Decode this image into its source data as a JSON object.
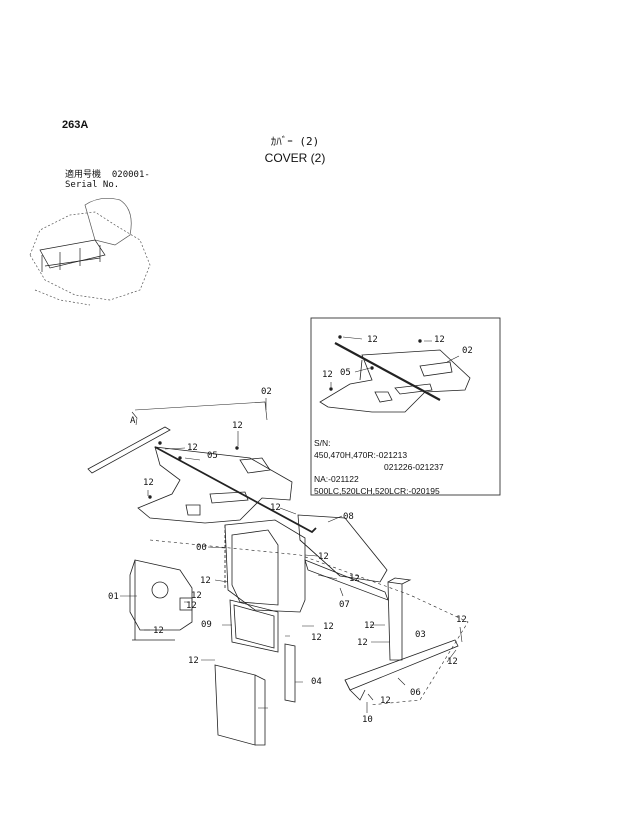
{
  "header": {
    "page_code": "263A",
    "title_jp": "ｶﾊﾞｰ (2)",
    "title_en": "COVER (2)"
  },
  "serial": {
    "jp_label": "適用号機",
    "number": "020001-",
    "en_label": "Serial No."
  },
  "inset": {
    "labels": {
      "a": "12",
      "b": "12",
      "c": "02",
      "d": "05",
      "e": "12"
    },
    "notes": {
      "sn": "S/N:",
      "line1": "450,470H,470R:-021213",
      "line2": "021226-021237",
      "line3": "NA:-021122",
      "line4": "500LC,520LCH,520LCR:-020195"
    }
  },
  "callouts": [
    {
      "id": "c02",
      "text": "02"
    },
    {
      "id": "cA",
      "text": "A"
    },
    {
      "id": "c12a",
      "text": "12"
    },
    {
      "id": "c12b",
      "text": "12"
    },
    {
      "id": "c05",
      "text": "05"
    },
    {
      "id": "c12c",
      "text": "12"
    },
    {
      "id": "c12d",
      "text": "12"
    },
    {
      "id": "c08",
      "text": "08"
    },
    {
      "id": "c00",
      "text": "00"
    },
    {
      "id": "c12e",
      "text": "12"
    },
    {
      "id": "c12f",
      "text": "12"
    },
    {
      "id": "c12g",
      "text": "12"
    },
    {
      "id": "c07",
      "text": "07"
    },
    {
      "id": "c01",
      "text": "01"
    },
    {
      "id": "c12h",
      "text": "12"
    },
    {
      "id": "c12i",
      "text": "12"
    },
    {
      "id": "c12j",
      "text": "12"
    },
    {
      "id": "c09",
      "text": "09"
    },
    {
      "id": "c12k",
      "text": "12"
    },
    {
      "id": "c12l",
      "text": "12"
    },
    {
      "id": "c12m",
      "text": "12"
    },
    {
      "id": "c03",
      "text": "03"
    },
    {
      "id": "c12n",
      "text": "12"
    },
    {
      "id": "c12o",
      "text": "12"
    },
    {
      "id": "c04",
      "text": "04"
    },
    {
      "id": "c12p",
      "text": "12"
    },
    {
      "id": "c06",
      "text": "06"
    },
    {
      "id": "c12q",
      "text": "12"
    },
    {
      "id": "c12r",
      "text": "12"
    },
    {
      "id": "c10",
      "text": "10"
    }
  ]
}
